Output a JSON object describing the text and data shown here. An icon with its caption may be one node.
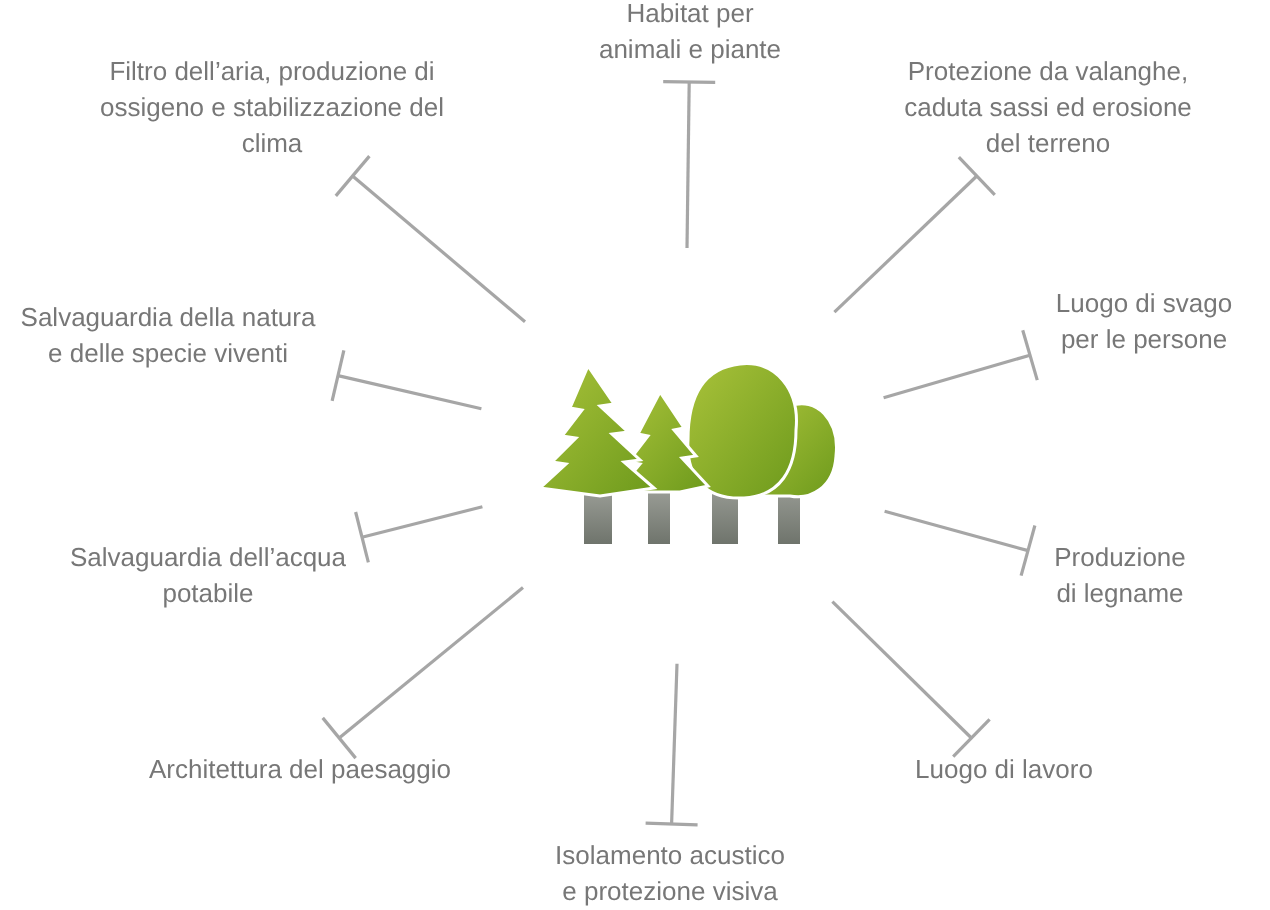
{
  "diagram": {
    "nodes": [
      {
        "text": [],
        "shape": "picture"
      },
      {
        "text": [
          "Filtro dell’aria, produzione di ossigeno e stabilizzazione del clima"
        ]
      },
      {
        "text": [
          "Habitat per animali e piante"
        ]
      },
      {
        "text": [
          "Protezione da valanghe, caduta sassi ed erosione del terreno"
        ]
      },
      {
        "text": [
          "Salvaguardia della natura e delle specie viventi"
        ]
      },
      {
        "text": [
          "Luogo di svago per le persone"
        ]
      },
      {
        "text": [
          "Salvaguardia dell’acqua potabile"
        ]
      },
      {
        "text": [
          "Produzione di legname"
        ]
      },
      {
        "text": [
          "Architettura del paesaggio"
        ]
      },
      {
        "text": [
          "Isolamento acustico e protezione visiva"
        ]
      },
      {
        "text": [
          "Luogo di lavoro"
        ]
      }
    ],
    "edges": [
      {
        "from": null,
        "to": 1,
        "arrow": "other"
      },
      {
        "from": null,
        "to": 2,
        "arrow": "other"
      },
      {
        "from": null,
        "to": 3,
        "arrow": "other"
      },
      {
        "from": null,
        "to": 4,
        "arrow": "other"
      },
      {
        "from": null,
        "to": 5,
        "arrow": "other"
      },
      {
        "from": null,
        "to": 6,
        "arrow": "other"
      },
      {
        "from": null,
        "to": 7,
        "arrow": "other"
      },
      {
        "from": null,
        "to": 8,
        "arrow": "other"
      },
      {
        "from": null,
        "to": 9,
        "arrow": "other"
      },
      {
        "from": null,
        "to": 10,
        "arrow": "other"
      }
    ]
  }
}
